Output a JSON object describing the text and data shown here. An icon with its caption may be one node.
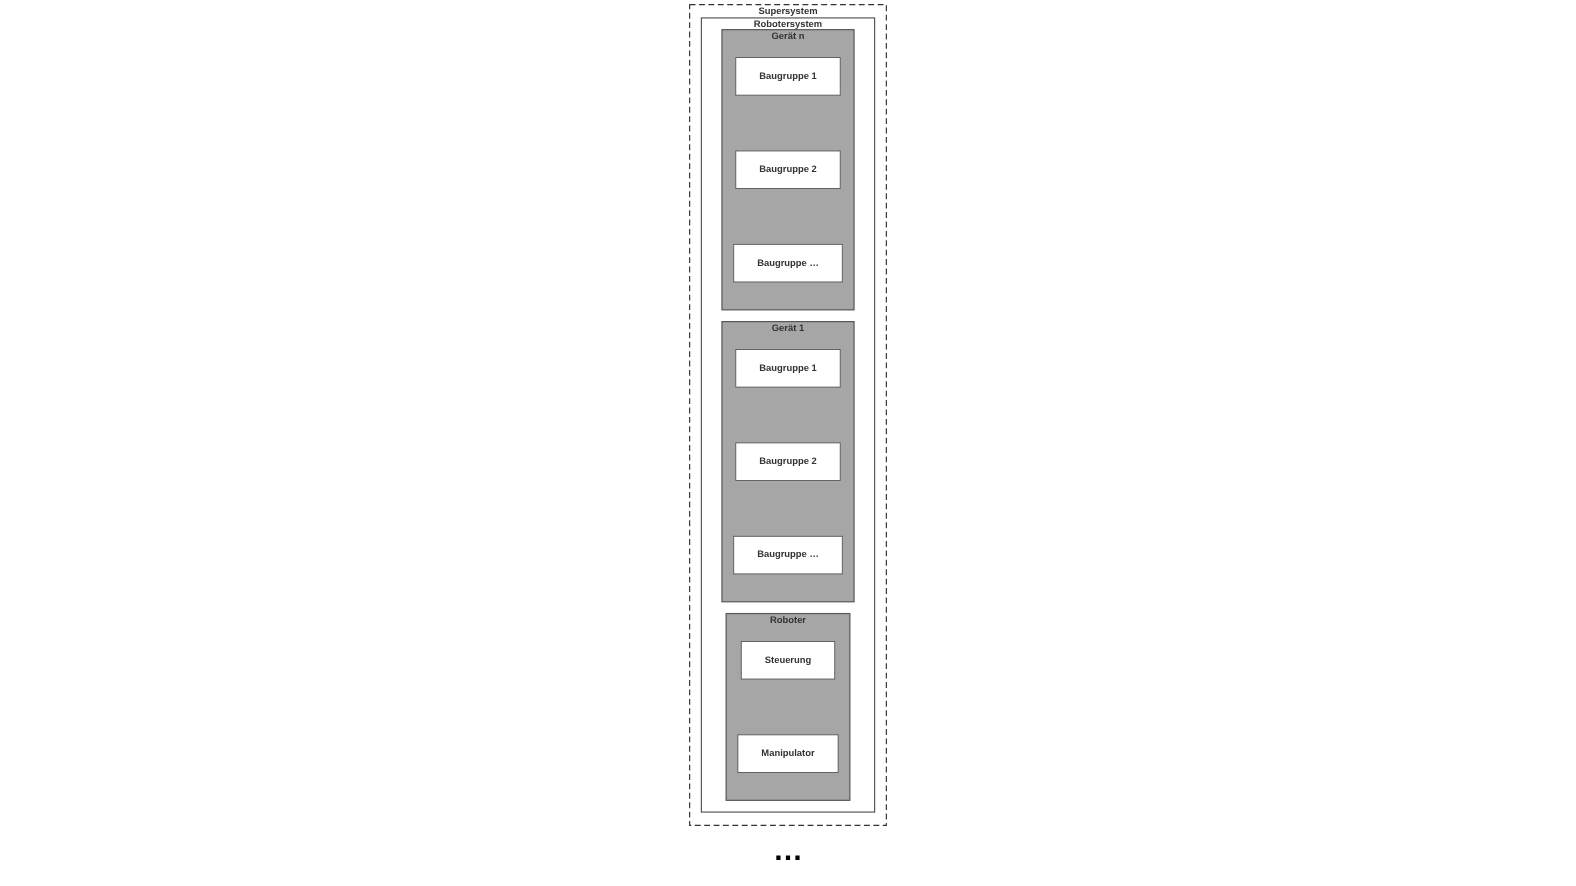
{
  "diagram": {
    "nodes": [
      {
        "text": [
          "Supersystem"
        ]
      },
      {
        "text": [
          "Robotersystem"
        ],
        "in": 0
      },
      {
        "text": [
          "Roboter"
        ],
        "in": 1
      },
      {
        "text": [
          "Steuerung"
        ],
        "in": 2
      },
      {
        "text": [
          "Manipulator"
        ],
        "in": 2
      },
      {
        "text": [
          "Gerät 1"
        ],
        "in": 1
      },
      {
        "text": [
          "Baugruppe 1"
        ],
        "in": 5
      },
      {
        "text": [
          "Baugruppe 2"
        ],
        "in": 5
      },
      {
        "text": [
          "Baugruppe …"
        ],
        "in": 5
      },
      {
        "text": [
          "Gerät n"
        ],
        "in": 1
      },
      {
        "text": [
          "Baugruppe 1"
        ],
        "in": 9
      },
      {
        "text": [
          "Baugruppe 2"
        ],
        "in": 9
      },
      {
        "text": [
          "Baugruppe …"
        ],
        "in": 9
      }
    ],
    "labels": [
      "…"
    ]
  }
}
